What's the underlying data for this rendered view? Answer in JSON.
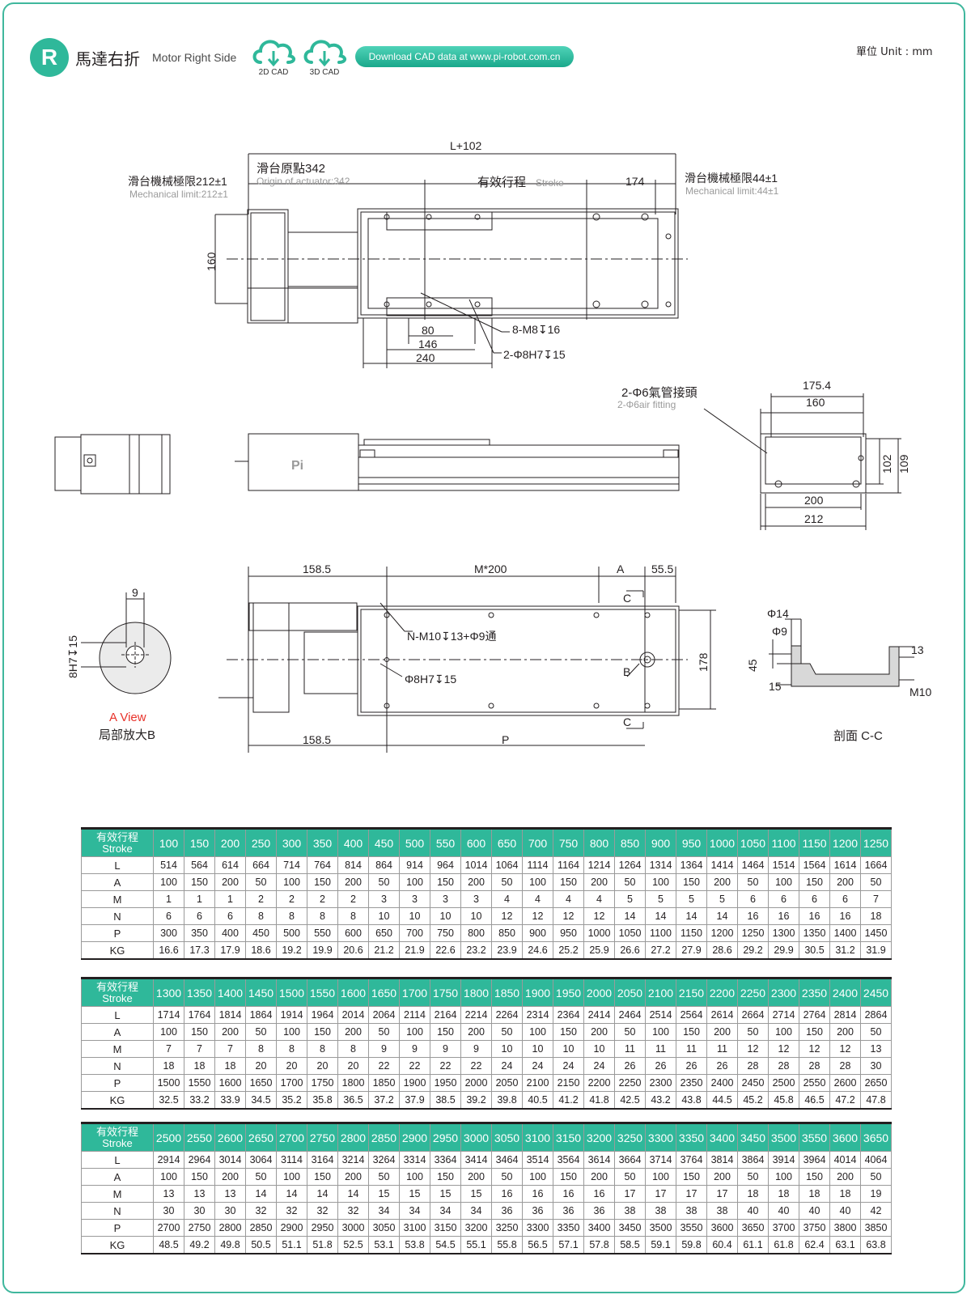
{
  "header": {
    "badge": "R",
    "title_cn": "馬達右折",
    "title_en": "Motor Right Side",
    "cad2d": "2D CAD",
    "cad3d": "3D CAD",
    "download": "Download CAD data at www.pi-robot.com.cn",
    "unit": "單位 Unit : mm"
  },
  "colors": {
    "accent": "#2fb89a",
    "line": "#231f20",
    "gray_text": "#9a9a9a",
    "red": "#e8322a"
  },
  "drawing_labels": {
    "L102": "L+102",
    "origin_cn": "滑台原點342",
    "origin_en": "Origin of actuator:342",
    "mech212_cn": "滑台機械極限212±1",
    "mech212_en": "Mechanical limit:212±1",
    "stroke_cn": "有效行程",
    "stroke_en": "Stroke",
    "d174": "174",
    "mech44_cn": "滑台機械極限44±1",
    "mech44_en": "Mechanical limit:44±1",
    "d160": "160",
    "d80": "80",
    "d146": "146",
    "d240": "240",
    "m8": "8-M8↧16",
    "phi8a": "2-Φ8H7↧15",
    "air_cn": "2-Φ6氣管接頭",
    "air_en": "2-Φ6air fitting",
    "d1754": "175.4",
    "d160b": "160",
    "d102": "102",
    "d109": "109",
    "d200": "200",
    "d212": "212",
    "d1585a": "158.5",
    "m200": "M*200",
    "dA": "A",
    "d555": "55.5",
    "C1": "C",
    "C2": "C",
    "nm10": "N-M10↧13+Φ9通",
    "phi8b": "Φ8H7↧15",
    "B": "B",
    "d178": "178",
    "d1585b": "158.5",
    "P": "P",
    "d9": "9",
    "h7": "8H7↧15",
    "aview": "A View",
    "partial": "局部放大B",
    "phi14": "Φ14",
    "phi9": "Φ9",
    "d45": "45",
    "d15": "15",
    "d13": "13",
    "m10": "M10",
    "section": "剖面 C-C",
    "pi": "Pi"
  },
  "tables": [
    {
      "head_cn": "有效行程",
      "head_en": "Stroke",
      "strokes": [
        "100",
        "150",
        "200",
        "250",
        "300",
        "350",
        "400",
        "450",
        "500",
        "550",
        "600",
        "650",
        "700",
        "750",
        "800",
        "850",
        "900",
        "950",
        "1000",
        "1050",
        "1100",
        "1150",
        "1200",
        "1250"
      ],
      "rows": [
        {
          "label": "L",
          "values": [
            "514",
            "564",
            "614",
            "664",
            "714",
            "764",
            "814",
            "864",
            "914",
            "964",
            "1014",
            "1064",
            "1114",
            "1164",
            "1214",
            "1264",
            "1314",
            "1364",
            "1414",
            "1464",
            "1514",
            "1564",
            "1614",
            "1664"
          ]
        },
        {
          "label": "A",
          "values": [
            "100",
            "150",
            "200",
            "50",
            "100",
            "150",
            "200",
            "50",
            "100",
            "150",
            "200",
            "50",
            "100",
            "150",
            "200",
            "50",
            "100",
            "150",
            "200",
            "50",
            "100",
            "150",
            "200",
            "50"
          ]
        },
        {
          "label": "M",
          "values": [
            "1",
            "1",
            "1",
            "2",
            "2",
            "2",
            "2",
            "3",
            "3",
            "3",
            "3",
            "4",
            "4",
            "4",
            "4",
            "5",
            "5",
            "5",
            "5",
            "6",
            "6",
            "6",
            "6",
            "7"
          ]
        },
        {
          "label": "N",
          "values": [
            "6",
            "6",
            "6",
            "8",
            "8",
            "8",
            "8",
            "10",
            "10",
            "10",
            "10",
            "12",
            "12",
            "12",
            "12",
            "14",
            "14",
            "14",
            "14",
            "16",
            "16",
            "16",
            "16",
            "18"
          ]
        },
        {
          "label": "P",
          "values": [
            "300",
            "350",
            "400",
            "450",
            "500",
            "550",
            "600",
            "650",
            "700",
            "750",
            "800",
            "850",
            "900",
            "950",
            "1000",
            "1050",
            "1100",
            "1150",
            "1200",
            "1250",
            "1300",
            "1350",
            "1400",
            "1450"
          ]
        },
        {
          "label": "KG",
          "values": [
            "16.6",
            "17.3",
            "17.9",
            "18.6",
            "19.2",
            "19.9",
            "20.6",
            "21.2",
            "21.9",
            "22.6",
            "23.2",
            "23.9",
            "24.6",
            "25.2",
            "25.9",
            "26.6",
            "27.2",
            "27.9",
            "28.6",
            "29.2",
            "29.9",
            "30.5",
            "31.2",
            "31.9"
          ]
        }
      ]
    },
    {
      "head_cn": "有效行程",
      "head_en": "Stroke",
      "strokes": [
        "1300",
        "1350",
        "1400",
        "1450",
        "1500",
        "1550",
        "1600",
        "1650",
        "1700",
        "1750",
        "1800",
        "1850",
        "1900",
        "1950",
        "2000",
        "2050",
        "2100",
        "2150",
        "2200",
        "2250",
        "2300",
        "2350",
        "2400",
        "2450"
      ],
      "rows": [
        {
          "label": "L",
          "values": [
            "1714",
            "1764",
            "1814",
            "1864",
            "1914",
            "1964",
            "2014",
            "2064",
            "2114",
            "2164",
            "2214",
            "2264",
            "2314",
            "2364",
            "2414",
            "2464",
            "2514",
            "2564",
            "2614",
            "2664",
            "2714",
            "2764",
            "2814",
            "2864"
          ]
        },
        {
          "label": "A",
          "values": [
            "100",
            "150",
            "200",
            "50",
            "100",
            "150",
            "200",
            "50",
            "100",
            "150",
            "200",
            "50",
            "100",
            "150",
            "200",
            "50",
            "100",
            "150",
            "200",
            "50",
            "100",
            "150",
            "200",
            "50"
          ]
        },
        {
          "label": "M",
          "values": [
            "7",
            "7",
            "7",
            "8",
            "8",
            "8",
            "8",
            "9",
            "9",
            "9",
            "9",
            "10",
            "10",
            "10",
            "10",
            "11",
            "11",
            "11",
            "11",
            "12",
            "12",
            "12",
            "12",
            "13"
          ]
        },
        {
          "label": "N",
          "values": [
            "18",
            "18",
            "18",
            "20",
            "20",
            "20",
            "20",
            "22",
            "22",
            "22",
            "22",
            "24",
            "24",
            "24",
            "24",
            "26",
            "26",
            "26",
            "26",
            "28",
            "28",
            "28",
            "28",
            "30"
          ]
        },
        {
          "label": "P",
          "values": [
            "1500",
            "1550",
            "1600",
            "1650",
            "1700",
            "1750",
            "1800",
            "1850",
            "1900",
            "1950",
            "2000",
            "2050",
            "2100",
            "2150",
            "2200",
            "2250",
            "2300",
            "2350",
            "2400",
            "2450",
            "2500",
            "2550",
            "2600",
            "2650"
          ]
        },
        {
          "label": "KG",
          "values": [
            "32.5",
            "33.2",
            "33.9",
            "34.5",
            "35.2",
            "35.8",
            "36.5",
            "37.2",
            "37.9",
            "38.5",
            "39.2",
            "39.8",
            "40.5",
            "41.2",
            "41.8",
            "42.5",
            "43.2",
            "43.8",
            "44.5",
            "45.2",
            "45.8",
            "46.5",
            "47.2",
            "47.8"
          ]
        }
      ]
    },
    {
      "head_cn": "有效行程",
      "head_en": "Stroke",
      "strokes": [
        "2500",
        "2550",
        "2600",
        "2650",
        "2700",
        "2750",
        "2800",
        "2850",
        "2900",
        "2950",
        "3000",
        "3050",
        "3100",
        "3150",
        "3200",
        "3250",
        "3300",
        "3350",
        "3400",
        "3450",
        "3500",
        "3550",
        "3600",
        "3650"
      ],
      "rows": [
        {
          "label": "L",
          "values": [
            "2914",
            "2964",
            "3014",
            "3064",
            "3114",
            "3164",
            "3214",
            "3264",
            "3314",
            "3364",
            "3414",
            "3464",
            "3514",
            "3564",
            "3614",
            "3664",
            "3714",
            "3764",
            "3814",
            "3864",
            "3914",
            "3964",
            "4014",
            "4064"
          ]
        },
        {
          "label": "A",
          "values": [
            "100",
            "150",
            "200",
            "50",
            "100",
            "150",
            "200",
            "50",
            "100",
            "150",
            "200",
            "50",
            "100",
            "150",
            "200",
            "50",
            "100",
            "150",
            "200",
            "50",
            "100",
            "150",
            "200",
            "50"
          ]
        },
        {
          "label": "M",
          "values": [
            "13",
            "13",
            "13",
            "14",
            "14",
            "14",
            "14",
            "15",
            "15",
            "15",
            "15",
            "16",
            "16",
            "16",
            "16",
            "17",
            "17",
            "17",
            "17",
            "18",
            "18",
            "18",
            "18",
            "19"
          ]
        },
        {
          "label": "N",
          "values": [
            "30",
            "30",
            "30",
            "32",
            "32",
            "32",
            "32",
            "34",
            "34",
            "34",
            "34",
            "36",
            "36",
            "36",
            "36",
            "38",
            "38",
            "38",
            "38",
            "40",
            "40",
            "40",
            "40",
            "42"
          ]
        },
        {
          "label": "P",
          "values": [
            "2700",
            "2750",
            "2800",
            "2850",
            "2900",
            "2950",
            "3000",
            "3050",
            "3100",
            "3150",
            "3200",
            "3250",
            "3300",
            "3350",
            "3400",
            "3450",
            "3500",
            "3550",
            "3600",
            "3650",
            "3700",
            "3750",
            "3800",
            "3850"
          ]
        },
        {
          "label": "KG",
          "values": [
            "48.5",
            "49.2",
            "49.8",
            "50.5",
            "51.1",
            "51.8",
            "52.5",
            "53.1",
            "53.8",
            "54.5",
            "55.1",
            "55.8",
            "56.5",
            "57.1",
            "57.8",
            "58.5",
            "59.1",
            "59.8",
            "60.4",
            "61.1",
            "61.8",
            "62.4",
            "63.1",
            "63.8"
          ]
        }
      ]
    }
  ]
}
